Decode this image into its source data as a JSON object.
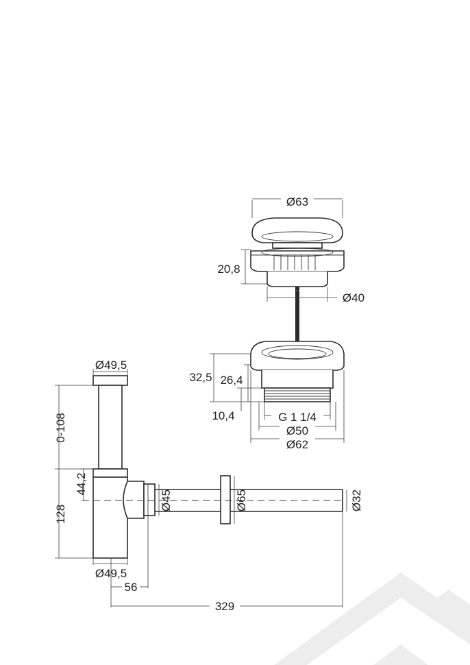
{
  "colors": {
    "line": "#2b2b2b",
    "watermark": "#ededed",
    "background": "#ffffff"
  },
  "dimensions": {
    "valve_top_diameter": "Ø63",
    "valve_height": "20,8",
    "valve_stem_diameter": "Ø40",
    "waste_height_total": "32,5",
    "waste_height_body": "26,4",
    "thread_length": "10,4",
    "thread_size": "G 1 1/4",
    "waste_inner_diameter": "Ø50",
    "waste_outer_diameter": "Ø62",
    "siphon_top_diameter": "Ø49,5",
    "siphon_adjust_range": "0-108",
    "siphon_offset": "44,2",
    "siphon_body_height": "128",
    "siphon_bottom_diameter": "Ø49,5",
    "outlet_diameter": "Ø45",
    "rosette_diameter": "Ø65",
    "pipe_diameter": "Ø32",
    "outlet_offset": "56",
    "total_length": "329"
  }
}
